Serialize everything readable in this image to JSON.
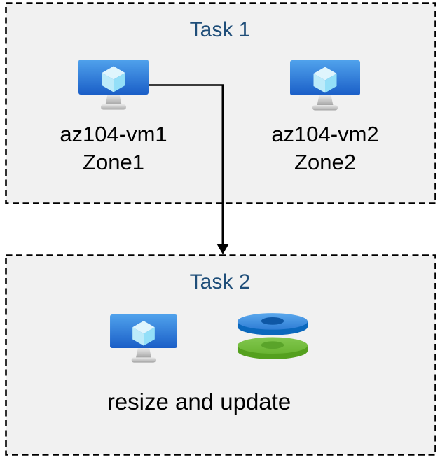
{
  "colors": {
    "page_bg": "#FFFFFF",
    "box_bg": "#F1F1F1",
    "border_color": "#000000",
    "title_color": "#1F4E79",
    "label_color": "#000000",
    "connector_color": "#000000"
  },
  "task1": {
    "title": "Task 1",
    "vms": [
      {
        "name": "az104-vm1",
        "zone": "Zone1",
        "icon": "azure-virtual-machine-icon"
      },
      {
        "name": "az104-vm2",
        "zone": "Zone2",
        "icon": "azure-virtual-machine-icon"
      }
    ]
  },
  "task2": {
    "title": "Task 2",
    "caption": "resize and update",
    "icons": [
      "azure-virtual-machine-icon",
      "azure-disks-icon"
    ]
  },
  "connector": {
    "from": "az104-vm1",
    "to": "Task 2",
    "style": "elbow-arrow"
  }
}
